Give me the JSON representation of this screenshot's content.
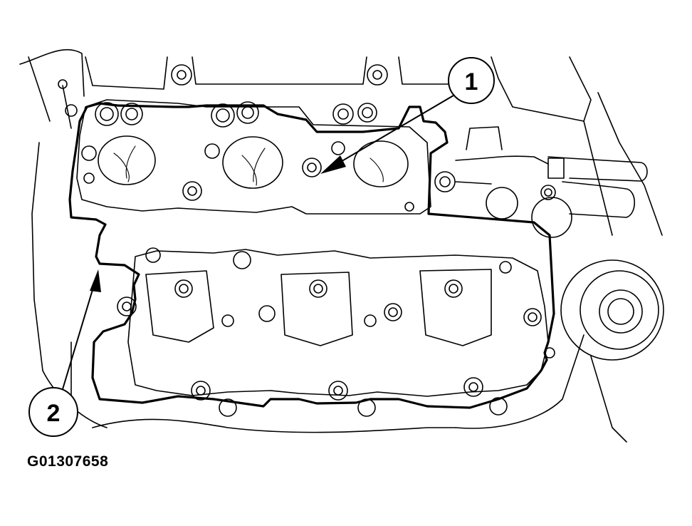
{
  "figure": {
    "id_label": "G01307658"
  },
  "callouts": [
    {
      "number": "1"
    },
    {
      "number": "2"
    }
  ]
}
